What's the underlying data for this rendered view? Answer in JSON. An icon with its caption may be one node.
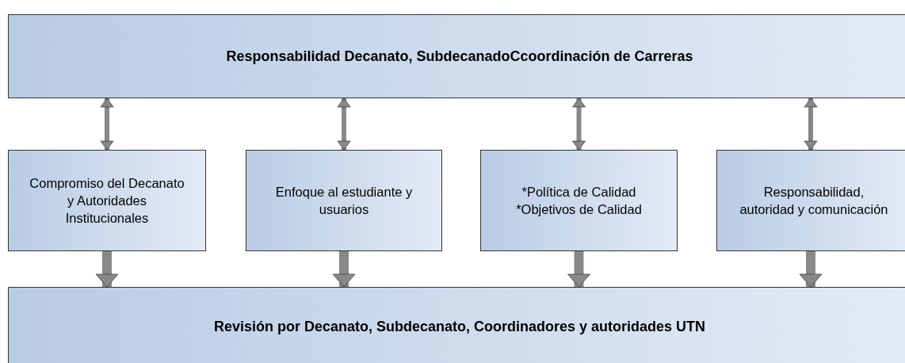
{
  "diagram": {
    "nodes": [
      {
        "text": [
          "Responsabilidad Decanato, SubdecanadoCcoordinación de Carreras"
        ]
      },
      {
        "text": [
          "Compromiso del Decanato y Autoridades Institucionales"
        ]
      },
      {
        "text": [
          "Enfoque al estudiante y usuarios"
        ]
      },
      {
        "text": [
          "*Política de Calidad",
          "*Objetivos de Calidad"
        ]
      },
      {
        "text": [
          "Responsabilidad, autoridad y comunicación"
        ]
      },
      {
        "text": [
          "Revisión por Decanato, Subdecanato, Coordinadores y autoridades UTN"
        ]
      }
    ],
    "edges": [
      {
        "from": 0,
        "to": 1,
        "arrow": "both"
      },
      {
        "from": 0,
        "to": 2,
        "arrow": "both"
      },
      {
        "from": 0,
        "to": 3,
        "arrow": "both"
      },
      {
        "from": 0,
        "to": 4,
        "arrow": "both"
      },
      {
        "from": 1,
        "to": 5,
        "arrow": "to",
        "style": "thick"
      },
      {
        "from": 2,
        "to": 5,
        "arrow": "to",
        "style": "thick"
      },
      {
        "from": 3,
        "to": 5,
        "arrow": "to",
        "style": "thick"
      },
      {
        "from": 4,
        "to": 5,
        "arrow": "to",
        "style": "thick"
      }
    ]
  }
}
